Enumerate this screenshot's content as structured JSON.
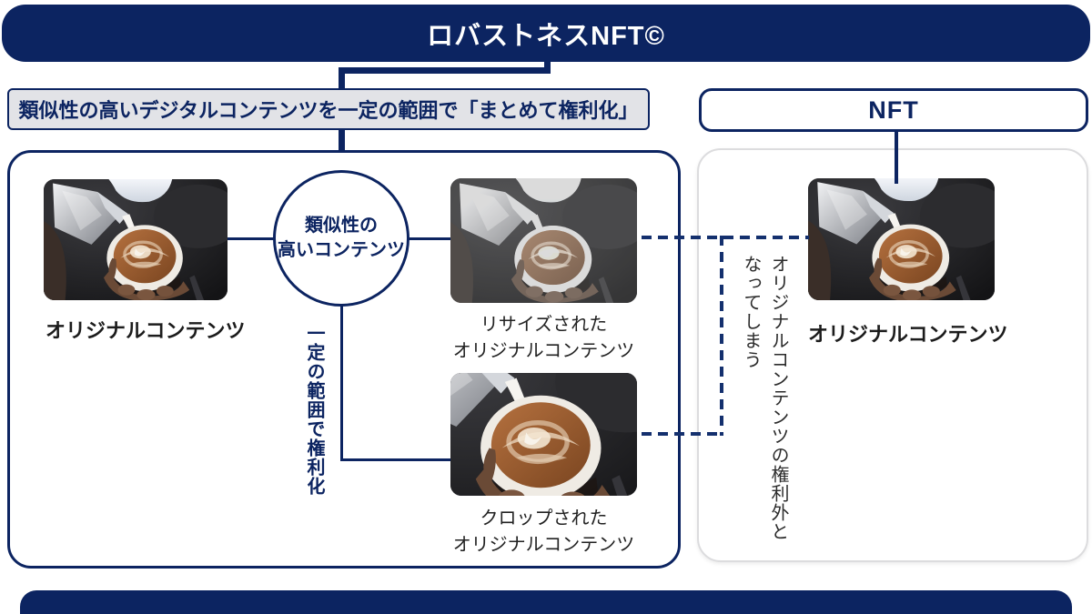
{
  "banner": {
    "title": "ロバストネスNFT©"
  },
  "bundle_heading": {
    "label": "類似性の高いデジタルコンテンツを一定の範囲で「まとめて権利化」"
  },
  "nft_heading": {
    "label": "NFT"
  },
  "left_panel": {
    "original_label": "オリジナルコンテンツ",
    "similarity_circle": {
      "line1": "類似性の",
      "line2": "高いコンテンツ"
    },
    "resized_caption": {
      "line1": "リサイズされた",
      "line2": "オリジナルコンテンツ"
    },
    "cropped_caption": {
      "line1": "クロップされた",
      "line2": "オリジナルコンテンツ"
    },
    "vertical_note": "一定の範囲で権利化"
  },
  "right_panel": {
    "original_label": "オリジナルコンテンツ",
    "vertical_note": "オリジナルコンテンツの権利外となってしまう"
  },
  "images": {
    "original": "latte-art-photo",
    "resized": "latte-art-photo-resized",
    "cropped": "latte-art-photo-cropped",
    "nft_original": "latte-art-photo"
  },
  "colors": {
    "navy": "#0c2461",
    "dash_blue": "#14306e",
    "heading_bar_bg": "#e2e3e7",
    "panel_border_gray": "#dcdcde",
    "text_dark": "#1c1c1c"
  }
}
